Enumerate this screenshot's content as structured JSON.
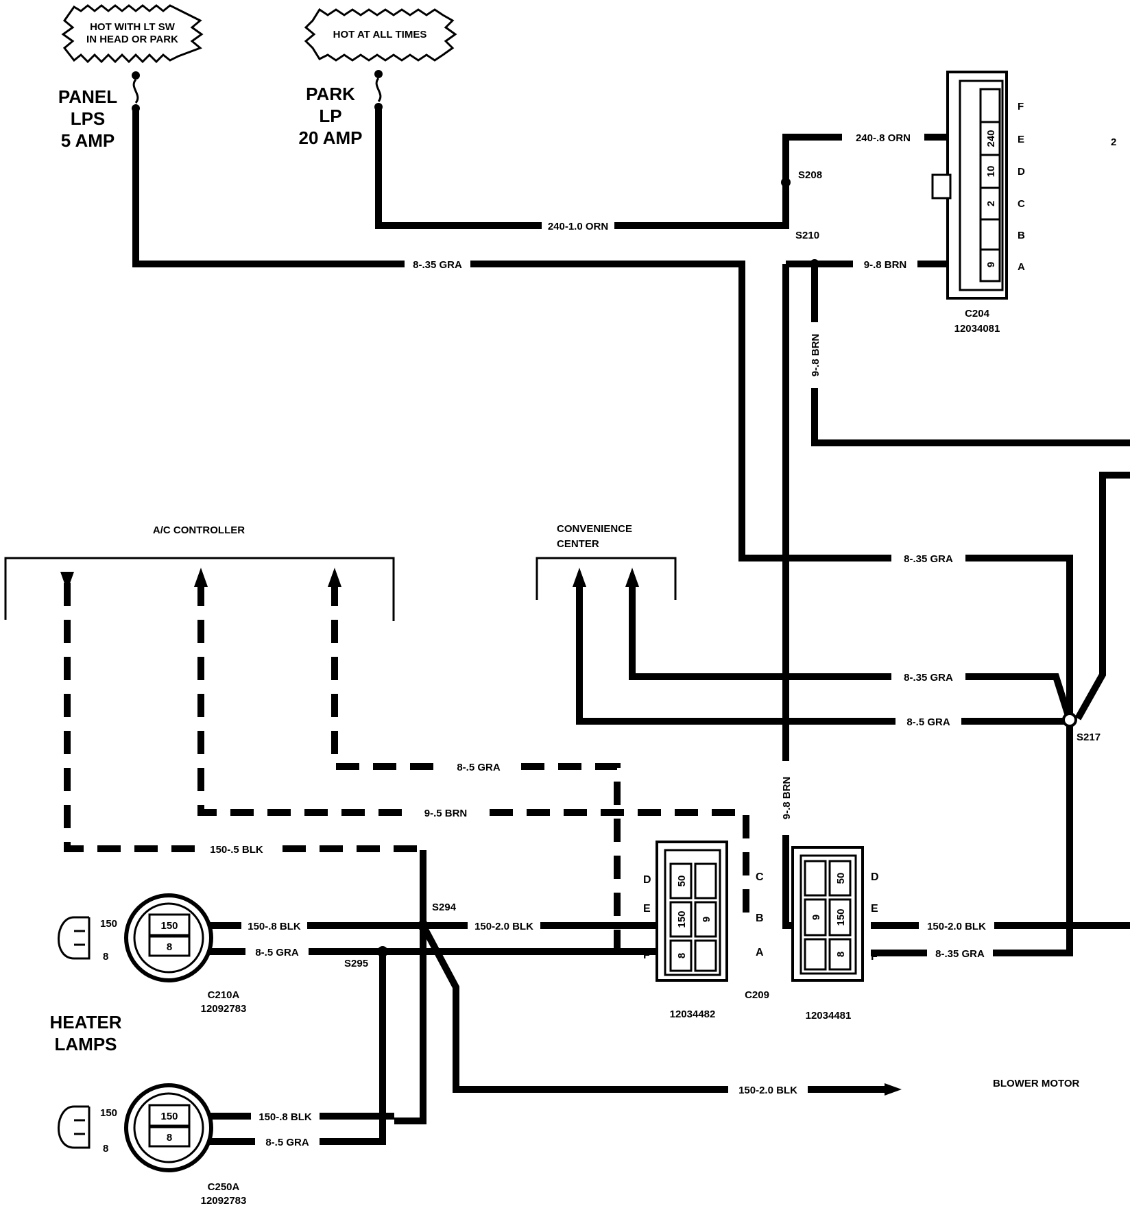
{
  "sources": {
    "panel_fuse": {
      "label_lines": [
        "PANEL",
        "LPS",
        "5 AMP"
      ],
      "flag_lines": [
        "HOT WITH LT SW",
        "IN HEAD OR PARK"
      ]
    },
    "park_fuse": {
      "label_lines": [
        "PARK",
        "LP",
        "20 AMP"
      ],
      "flag_lines": [
        "HOT AT ALL TIMES"
      ]
    }
  },
  "wires": {
    "w240_10": "240-1.0 ORN",
    "w240_8": "240-.8 ORN",
    "w8_35_top": "8-.35 GRA",
    "w9_8_top": "9-.8 BRN",
    "w9_8_vert1": "9-.8 BRN",
    "w8_35_mid": "8-.35 GRA",
    "w8_35_conv": "8-.35 GRA",
    "w8_5_conv": "8-.5 GRA",
    "w8_5_ac": "8-.5 GRA",
    "w9_5_ac": "9-.5 BRN",
    "w150_5_ac": "150-.5 BLK",
    "w9_8_vert2": "9-.8 BRN",
    "w150_8_top": "150-.8 BLK",
    "w8_5_top": "8-.5 GRA",
    "w150_20_mid": "150-2.0 BLK",
    "w150_20_right": "150-2.0 BLK",
    "w8_35_right": "8-.35 GRA",
    "w150_20_blower": "150-2.0 BLK",
    "w150_8_bot": "150-.8 BLK",
    "w8_5_bot": "8-.5 GRA"
  },
  "splices": {
    "s208": "S208",
    "s210": "S210",
    "s217": "S217",
    "s294": "S294",
    "s295": "S295"
  },
  "connectors": {
    "c204": {
      "name": "C204",
      "part": "12034081",
      "pins": [
        "F",
        "E",
        "D",
        "C",
        "B",
        "A"
      ],
      "cavities": [
        "240",
        "10",
        "2",
        "9"
      ]
    },
    "c209": {
      "name": "C209",
      "part_left": "12034482",
      "part_right": "12034481",
      "left_pins": [
        "D",
        "E",
        "F"
      ],
      "right_pins": [
        "C",
        "B",
        "A"
      ],
      "right_conn_pins": [
        "D",
        "E",
        "F"
      ],
      "left_cavities": [
        "50",
        "150",
        "9",
        "8"
      ],
      "right_cavities": [
        "50",
        "9",
        "150",
        "8"
      ]
    },
    "c210a": {
      "name": "C210A",
      "part": "12092783",
      "cavities": [
        "150",
        "8"
      ],
      "plug_pins": [
        "150",
        "8"
      ]
    },
    "c250a": {
      "name": "C250A",
      "part": "12092783",
      "cavities": [
        "150",
        "8"
      ],
      "plug_pins": [
        "150",
        "8"
      ]
    }
  },
  "components": {
    "ac_controller": "A/C CONTROLLER",
    "convenience_lines": [
      "CONVENIENCE",
      "CENTER"
    ],
    "heater_lines": [
      "HEATER",
      "LAMPS"
    ],
    "blower_motor": "BLOWER MOTOR",
    "page_marker": "2"
  }
}
